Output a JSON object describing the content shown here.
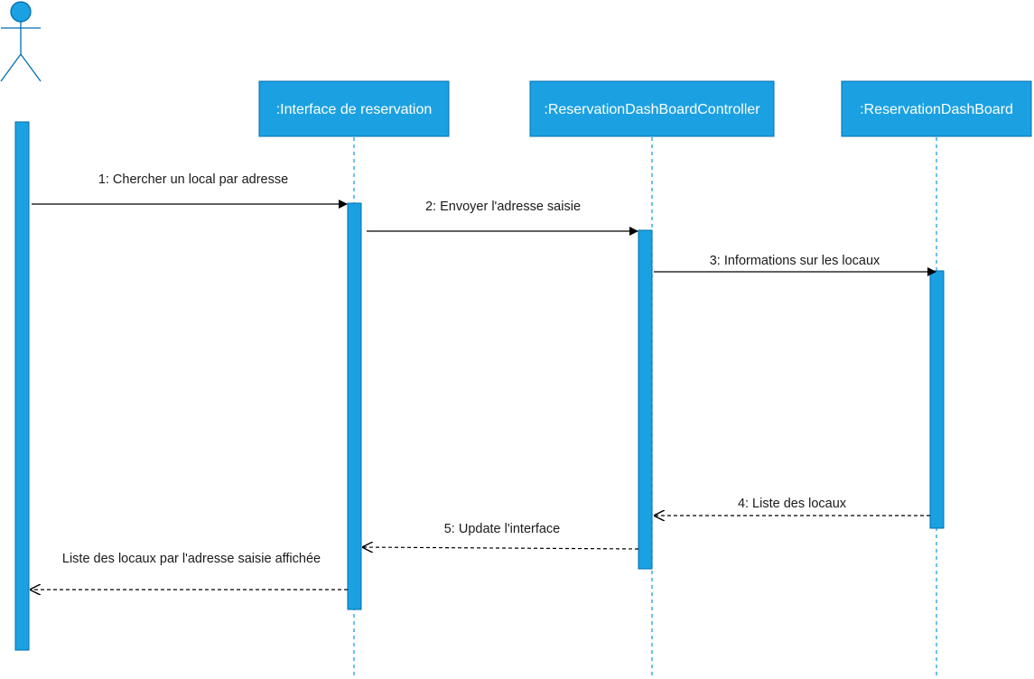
{
  "colors": {
    "box_fill": "#1ba1e2",
    "box_stroke": "#006eaf",
    "line": "#000000",
    "lifeline": "#1ba1e2",
    "label_text": "#ffffff",
    "message_text": "#1a1a1a"
  },
  "actor": {
    "icon": "stick-figure-icon",
    "label": ""
  },
  "participants": [
    {
      "id": "interface",
      "label": ":Interface de reservation"
    },
    {
      "id": "controller",
      "label": ":ReservationDashBoardController"
    },
    {
      "id": "dashboard",
      "label": ":ReservationDashBoard"
    }
  ],
  "messages": [
    {
      "from": "actor",
      "to": "interface",
      "label": "1: Chercher un local par adresse",
      "kind": "sync"
    },
    {
      "from": "interface",
      "to": "controller",
      "label": "2: Envoyer l'adresse saisie",
      "kind": "sync"
    },
    {
      "from": "controller",
      "to": "dashboard",
      "label": "3: Informations sur les locaux",
      "kind": "sync"
    },
    {
      "from": "dashboard",
      "to": "controller",
      "label": "4: Liste des locaux",
      "kind": "return"
    },
    {
      "from": "controller",
      "to": "interface",
      "label": "5: Update l'interface",
      "kind": "return"
    },
    {
      "from": "interface",
      "to": "actor",
      "label": "Liste des locaux par l'adresse saisie affichée",
      "kind": "return"
    }
  ]
}
